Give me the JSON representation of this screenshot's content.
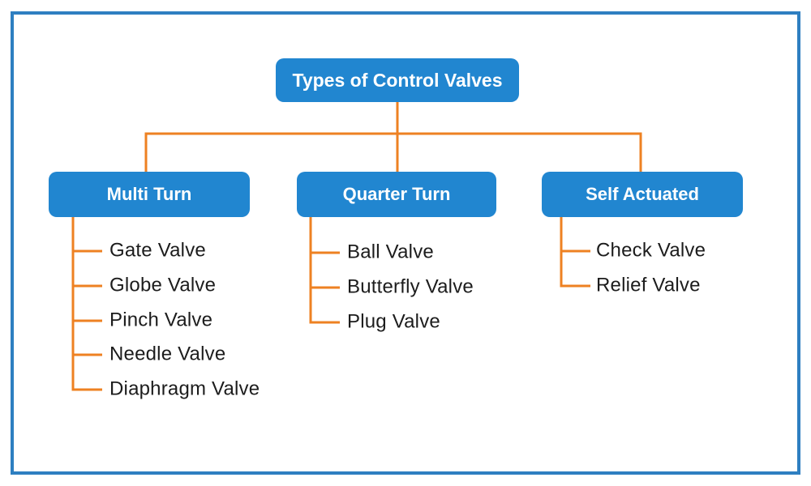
{
  "diagram": {
    "title": "Types of Control Valves",
    "colors": {
      "node_fill": "#2186d0",
      "node_text": "#ffffff",
      "connector": "#ee8122",
      "frame_border": "#2e7fc1",
      "item_text": "#1c1c1c"
    },
    "branches": [
      {
        "label": "Multi Turn",
        "items": [
          "Gate Valve",
          "Globe Valve",
          "Pinch Valve",
          "Needle Valve",
          "Diaphragm Valve"
        ]
      },
      {
        "label": "Quarter Turn",
        "items": [
          "Ball Valve",
          "Butterfly Valve",
          "Plug Valve"
        ]
      },
      {
        "label": "Self Actuated",
        "items": [
          "Check Valve",
          "Relief Valve"
        ]
      }
    ]
  }
}
